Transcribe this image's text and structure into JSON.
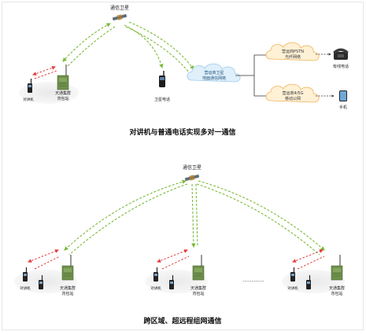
{
  "top": {
    "satellite_label": "通信卫星",
    "ground_network": [
      "营运商卫星",
      "地面通信网络"
    ],
    "pstn_cloud": [
      "营运商PSTN",
      "光纤网络"
    ],
    "mobile_cloud": [
      "营运商4/5G",
      "移动公网"
    ],
    "landline_label": "有线电话",
    "phone_label": "手机",
    "sat_phone_label": "卫星电话",
    "walkie_label": "对讲机",
    "station_label_1": "天通集群",
    "station_label_2": "背包站",
    "caption": "对讲机与普通电话实现多对一通信"
  },
  "bottom": {
    "satellite_label": "通信卫星",
    "walkie_label": "对讲机",
    "station_label_1": "天通集群",
    "station_label_2": "背包站",
    "ellipsis": "…………",
    "caption": "跨区域、超远程组网通信"
  },
  "colors": {
    "green_link": "#7dbb3a",
    "red_link": "#e23b3b",
    "cloud_blue": "#dff0fb",
    "cloud_orange": "#fff1d6",
    "station_green": "#6f8f4c"
  }
}
